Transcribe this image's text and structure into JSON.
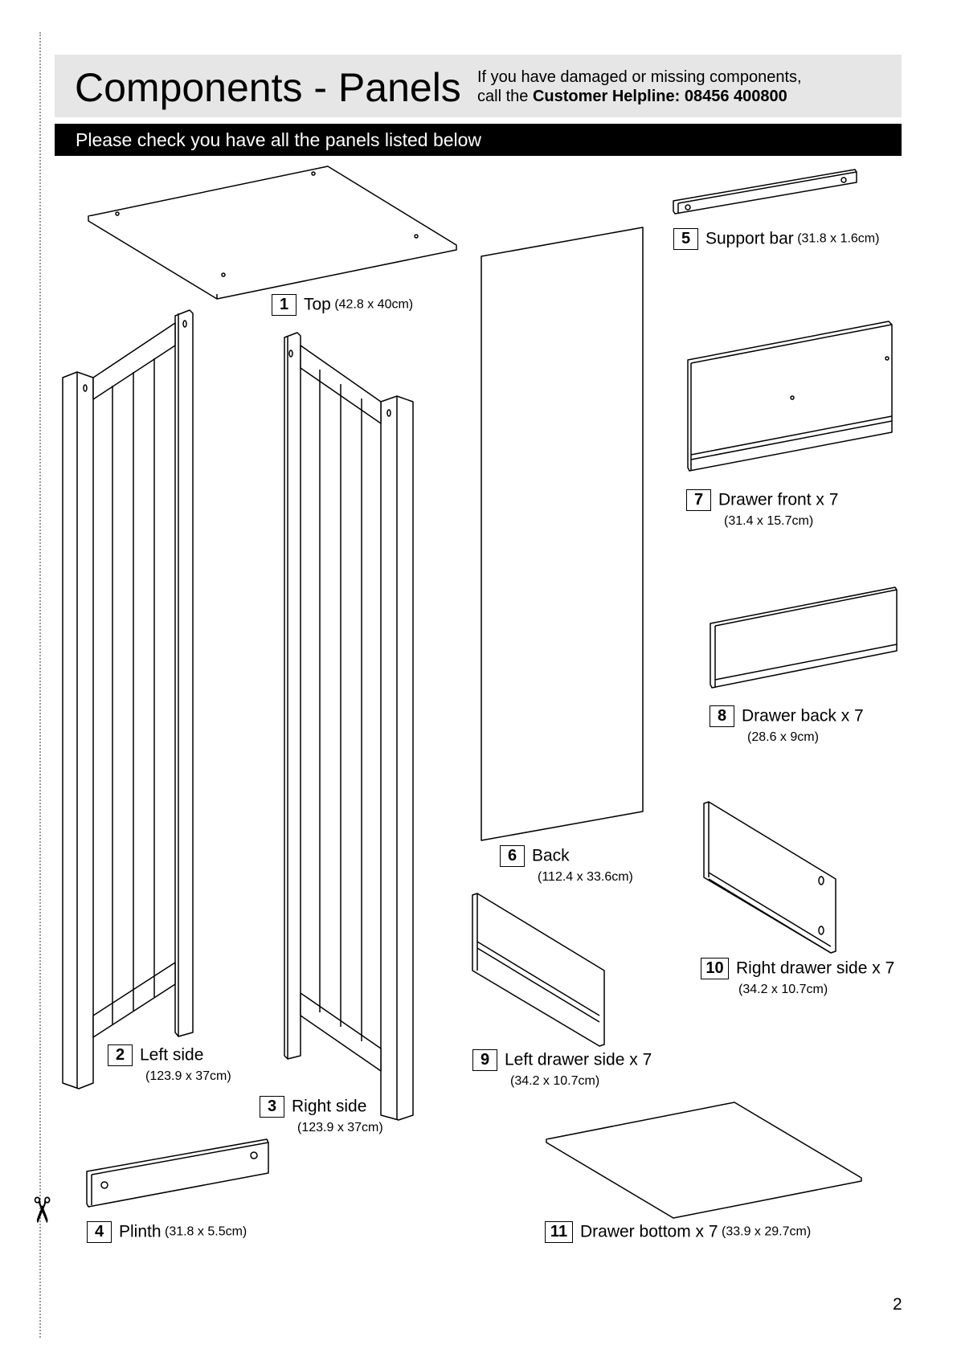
{
  "header": {
    "title": "Components - Panels",
    "helpline_prefix": "If you have damaged or missing components,",
    "helpline_call": "call the",
    "helpline_bold": "Customer Helpline: 08456 400800"
  },
  "banner": "Please check you have all the panels listed below",
  "parts": [
    {
      "number": "1",
      "name": "Top",
      "dims": "(42.8 x 40cm)"
    },
    {
      "number": "2",
      "name": "Left side",
      "dims": "(123.9 x 37cm)"
    },
    {
      "number": "3",
      "name": "Right side",
      "dims": "(123.9 x 37cm)"
    },
    {
      "number": "4",
      "name": "Plinth",
      "dims": "(31.8 x 5.5cm)"
    },
    {
      "number": "5",
      "name": "Support bar",
      "dims": "(31.8 x 1.6cm)"
    },
    {
      "number": "6",
      "name": "Back",
      "dims": "(112.4 x 33.6cm)"
    },
    {
      "number": "7",
      "name": "Drawer front x 7",
      "dims": "(31.4 x 15.7cm)"
    },
    {
      "number": "8",
      "name": "Drawer back x 7",
      "dims": "(28.6 x 9cm)"
    },
    {
      "number": "9",
      "name": "Left drawer side x 7",
      "dims": "(34.2 x 10.7cm)"
    },
    {
      "number": "10",
      "name": "Right drawer side x 7",
      "dims": "(34.2 x 10.7cm)"
    },
    {
      "number": "11",
      "name": "Drawer bottom x 7",
      "dims": "(33.9 x 29.7cm)"
    }
  ],
  "page_number": "2",
  "icons": {
    "cut_line": "scissors-icon"
  }
}
